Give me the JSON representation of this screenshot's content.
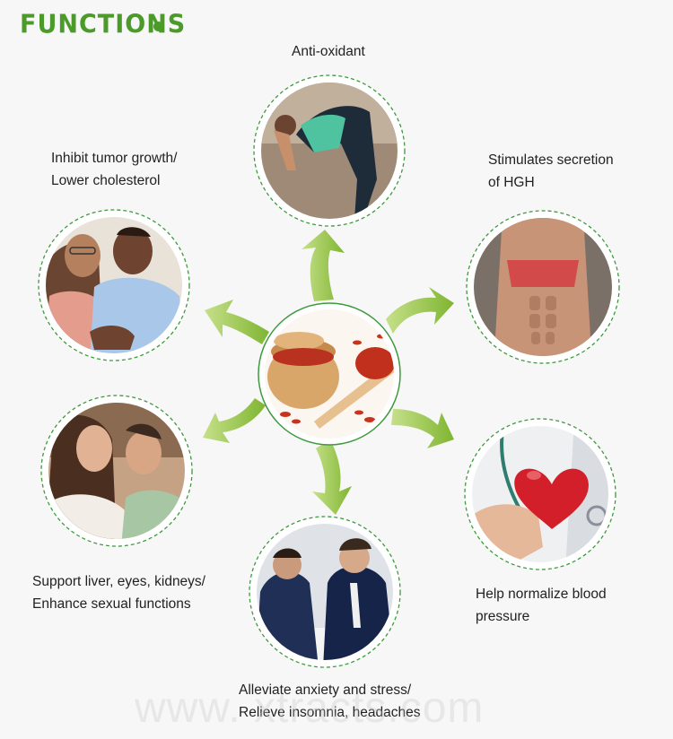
{
  "header": {
    "title": "FUNCTIONS"
  },
  "center": {
    "image": "goji-berries-bowl"
  },
  "functions": [
    {
      "id": "antioxidant",
      "lines": [
        "Anti-oxidant"
      ],
      "image": "woman-stretching"
    },
    {
      "id": "hgh",
      "lines": [
        "Stimulates secretion",
        "of HGH"
      ],
      "image": "toned-abs"
    },
    {
      "id": "blood-pressure",
      "lines": [
        "Help normalize blood",
        "pressure"
      ],
      "image": "heart-stress-ball"
    },
    {
      "id": "anxiety",
      "lines": [
        "Alleviate anxiety and stress/",
        "Relieve insomnia, headaches"
      ],
      "image": "business-meeting"
    },
    {
      "id": "sexual",
      "lines": [
        "Support liver, eyes, kidneys/",
        "Enhance sexual functions"
      ],
      "image": "embracing-couple"
    },
    {
      "id": "tumor",
      "lines": [
        "Inhibit tumor growth/",
        "Lower cholesterol"
      ],
      "image": "smiling-couple"
    }
  ],
  "watermark": "www.            xtracts.com",
  "colors": {
    "accent": "#4c9a2a",
    "arrow_light": "#c6e08a",
    "arrow_dark": "#7fb531",
    "dash": "#3f9a3f"
  }
}
